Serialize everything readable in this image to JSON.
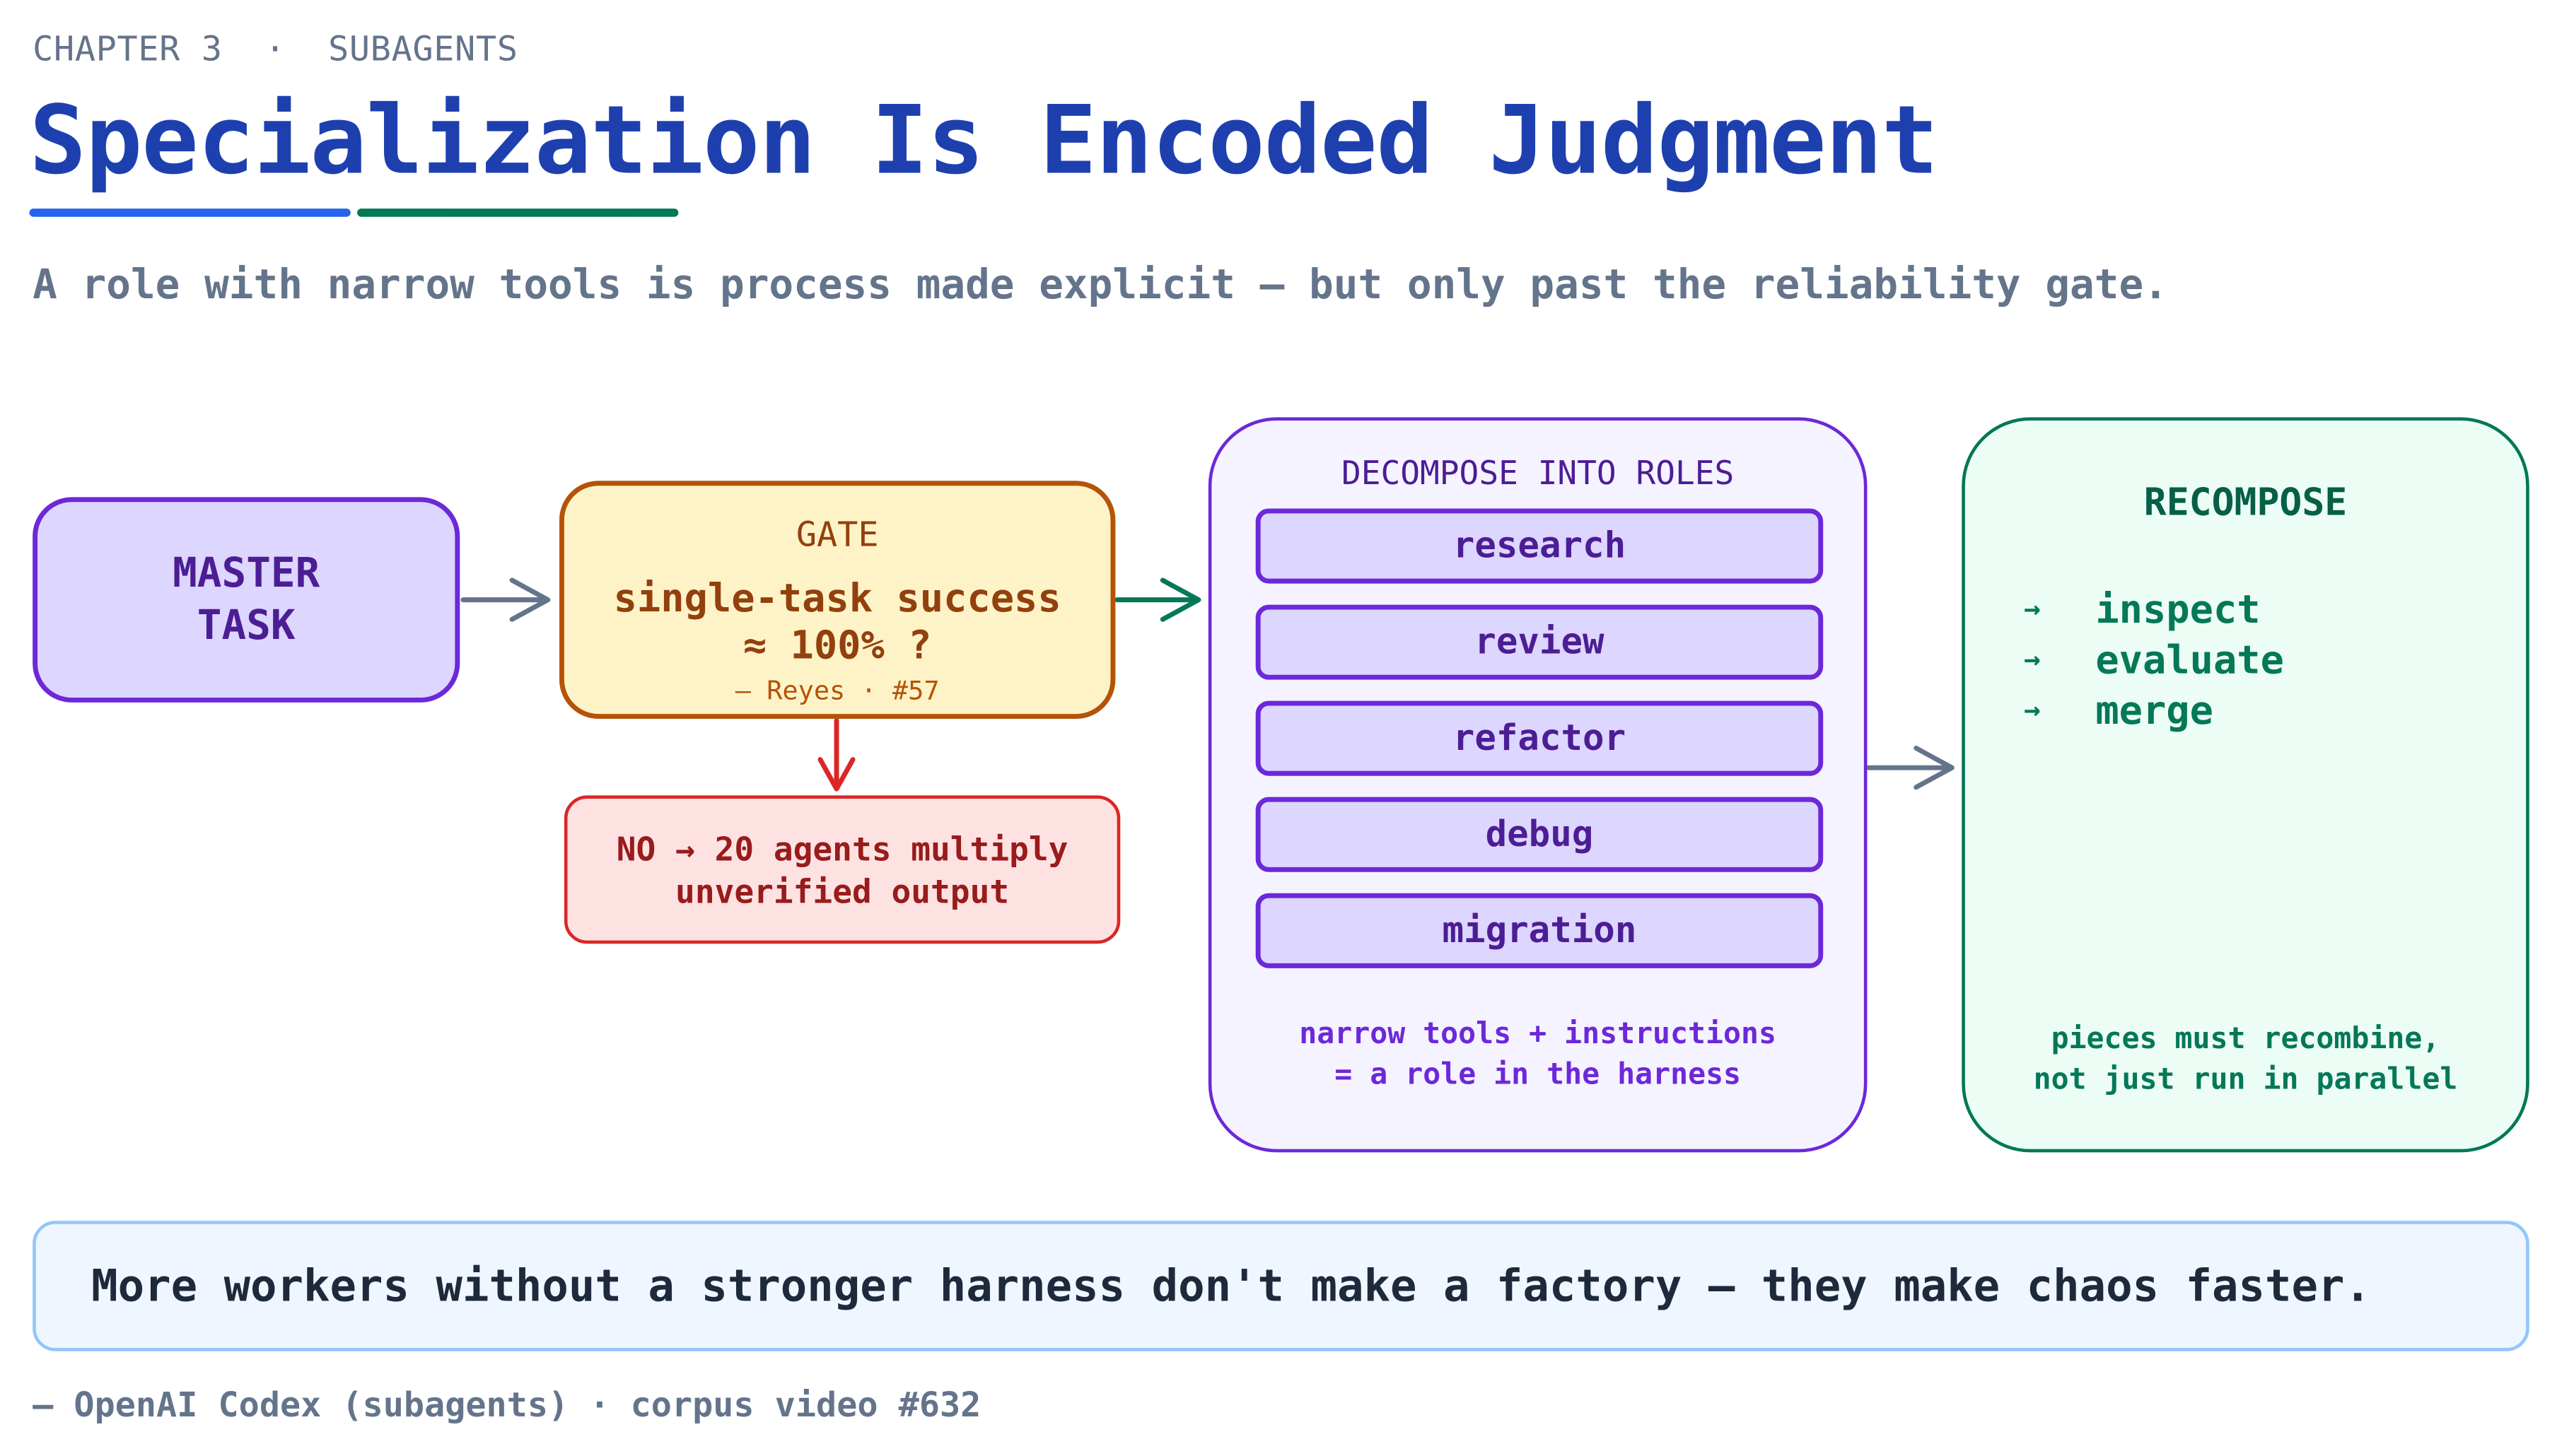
{
  "header": {
    "chapter": "CHAPTER 3",
    "separator": "·",
    "section": "SUBAGENTS",
    "title": "Specialization Is Encoded Judgment",
    "subtitle": "A role with narrow tools is process made explicit — but only past the reliability gate."
  },
  "diagram": {
    "master": {
      "line1": "MASTER",
      "line2": "TASK"
    },
    "gate": {
      "label": "GATE",
      "question_line1": "single-task success",
      "question_line2": "≈ 100% ?",
      "citation": "— Reyes · #57"
    },
    "no_branch": {
      "line1": "NO → 20 agents multiply",
      "line2": "unverified output"
    },
    "decompose": {
      "title": "DECOMPOSE INTO ROLES",
      "roles": [
        "research",
        "review",
        "refactor",
        "debug",
        "migration"
      ],
      "note_line1": "narrow tools + instructions",
      "note_line2": "= a role in the harness"
    },
    "recompose": {
      "title": "RECOMPOSE",
      "arrow_glyph": "→",
      "steps": [
        "inspect",
        "evaluate",
        "merge"
      ],
      "note_line1": "pieces must recombine,",
      "note_line2": "not just run in parallel"
    },
    "colors": {
      "slate_arrow": "#64748b",
      "green_arrow": "#047857",
      "red_arrow": "#dc2626"
    }
  },
  "footer": {
    "quote": "More workers without a stronger harness don't make a factory — they make chaos faster.",
    "source": "— OpenAI Codex (subagents) · corpus video #632"
  }
}
